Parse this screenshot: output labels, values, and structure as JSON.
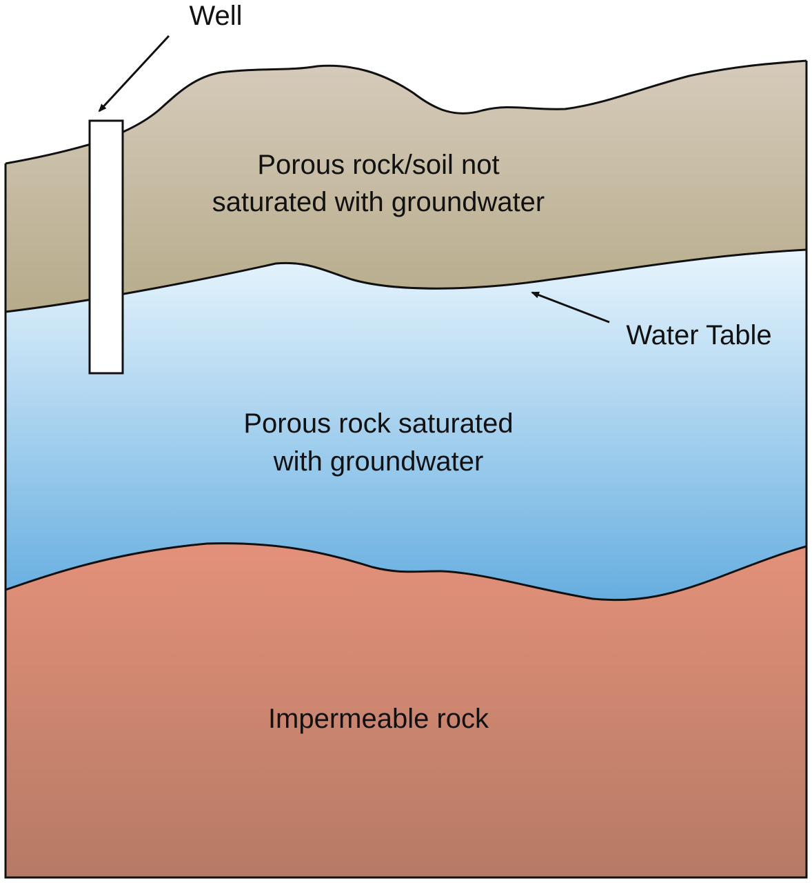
{
  "labels": {
    "well": "Well",
    "unsaturated_line1": "Porous rock/soil not",
    "unsaturated_line2": "saturated with groundwater",
    "water_table": "Water Table",
    "saturated_line1": "Porous rock saturated",
    "saturated_line2": "with groundwater",
    "impermeable": "Impermeable rock"
  },
  "colors": {
    "unsaturated_top": "#d6cbbb",
    "unsaturated_bottom": "#b6ab8a",
    "saturated_top": "#e8f5fd",
    "saturated_bottom": "#66aee0",
    "impermeable_top": "#e3917a",
    "impermeable_bottom": "#b67a65",
    "outline": "#111111",
    "well_fill": "#ffffff"
  }
}
